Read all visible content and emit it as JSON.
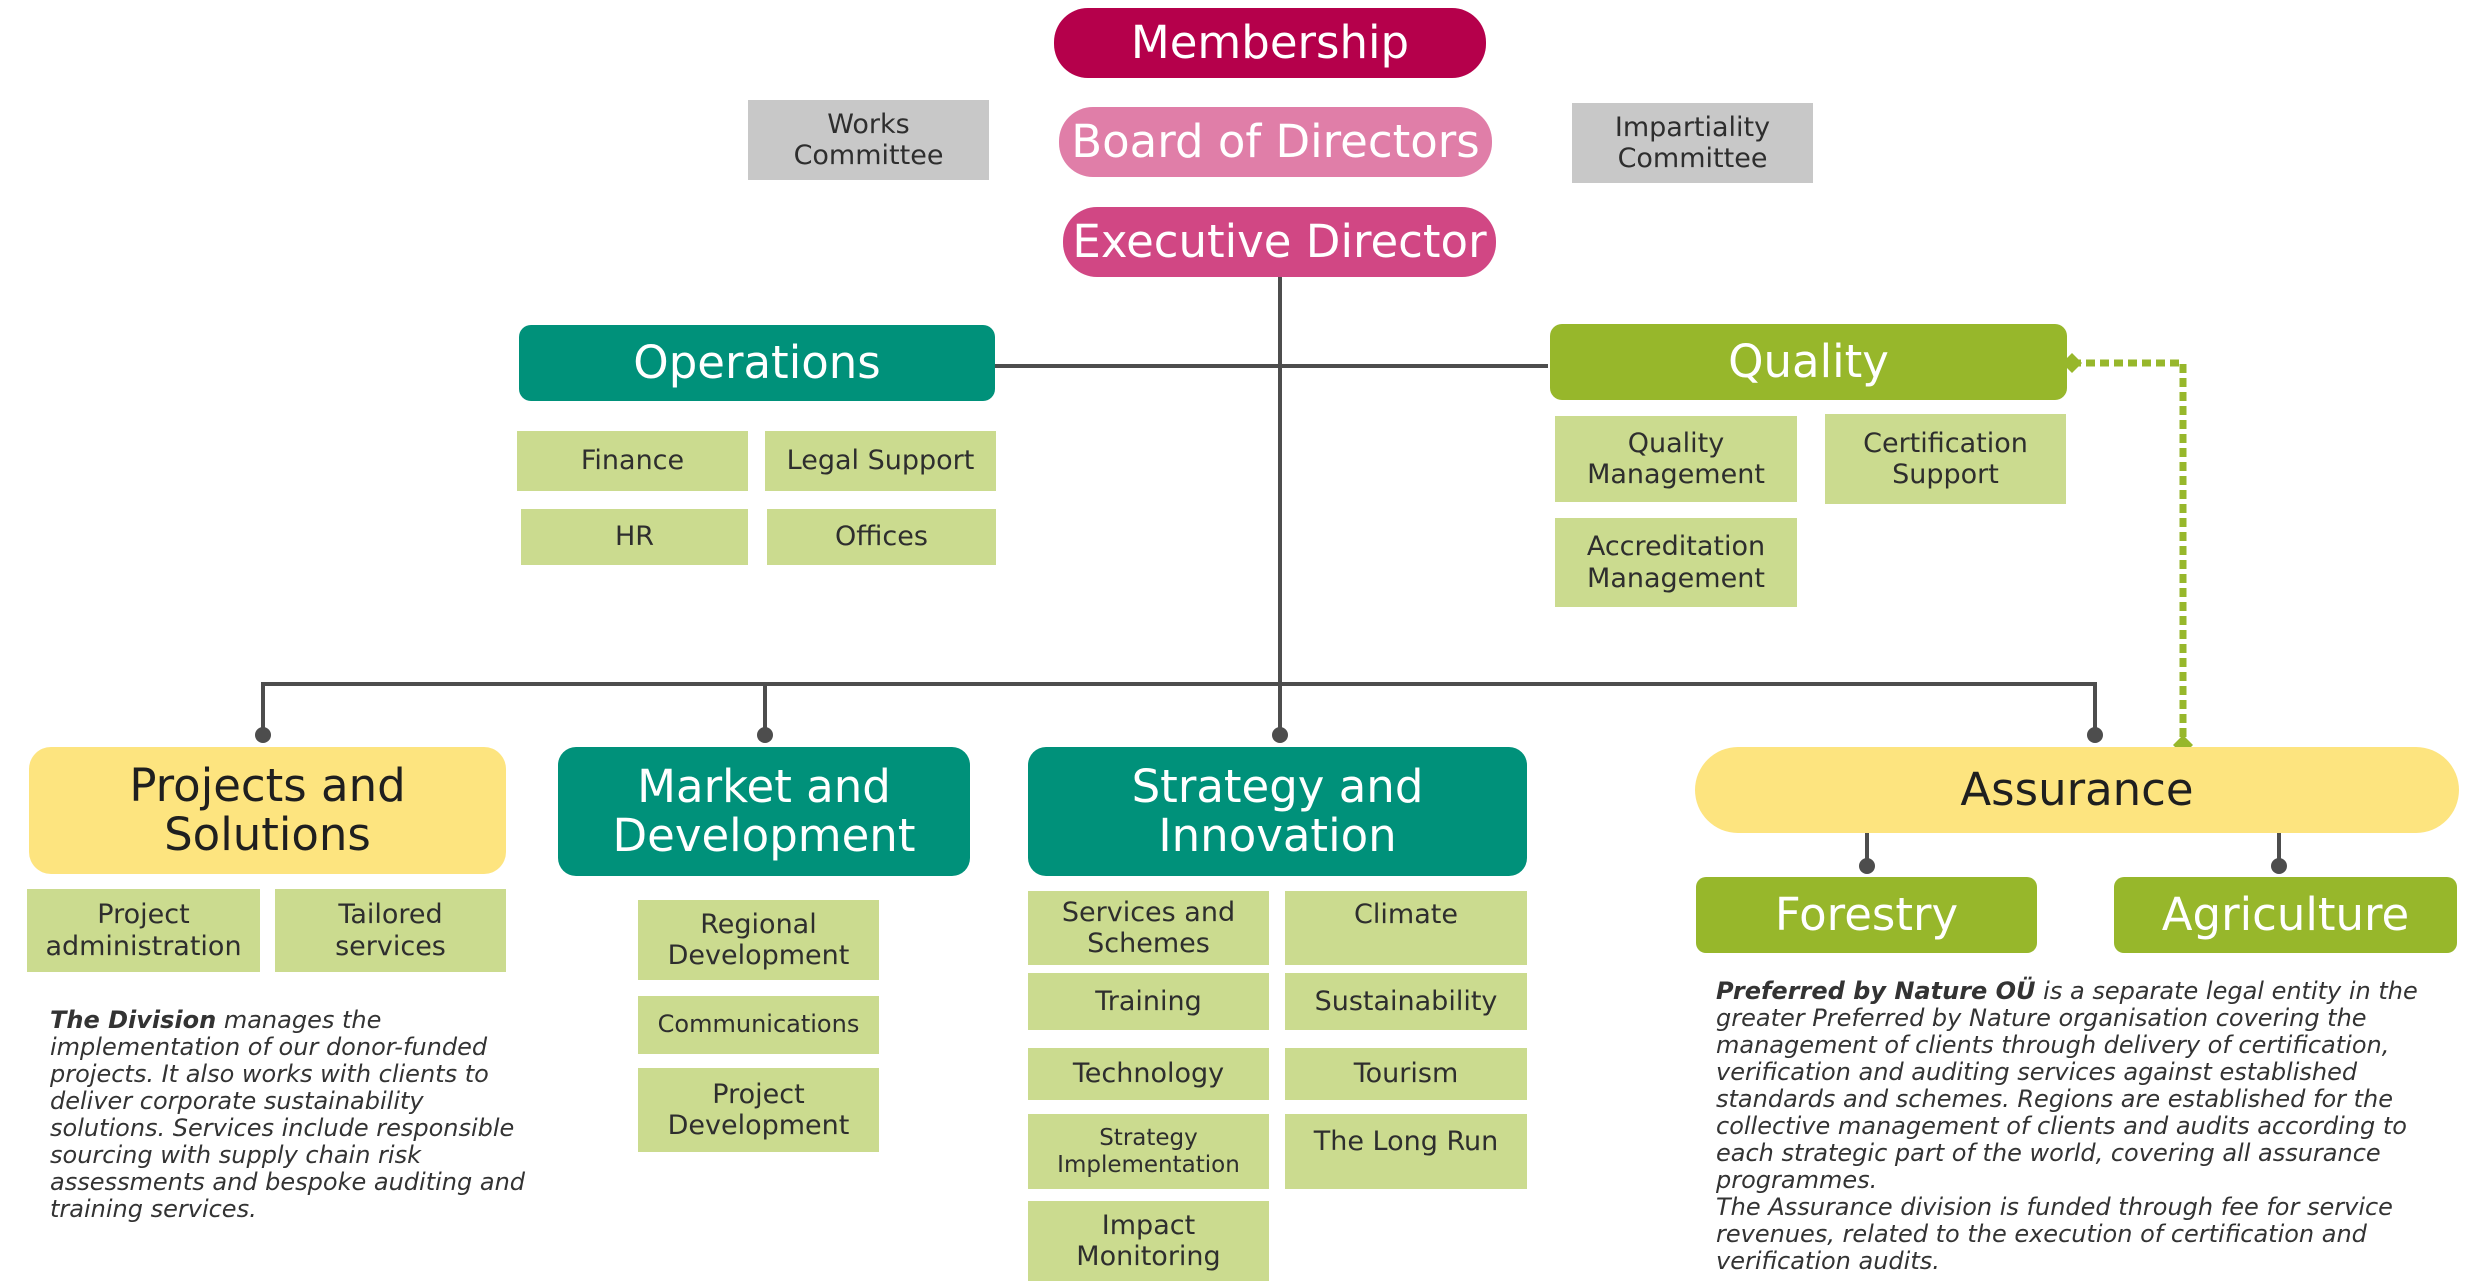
{
  "top": {
    "membership": "Membership",
    "board": "Board of Directors",
    "executive": "Executive Director",
    "works_committee": "Works\nCommittee",
    "impartiality_committee": "Impartiality\nCommittee"
  },
  "operations": {
    "title": "Operations",
    "items": [
      "Finance",
      "Legal Support",
      "HR",
      "Offices"
    ]
  },
  "quality": {
    "title": "Quality",
    "items": [
      "Quality\nManagement",
      "Certification\nSupport",
      "Accreditation\nManagement"
    ]
  },
  "projects": {
    "title": "Projects and\nSolutions",
    "items": [
      "Project\nadministration",
      "Tailored\nservices"
    ],
    "note_lead": "The Division",
    "note_body": " manages the implementation of our donor-funded projects. It also works with clients to deliver corporate sustainability solutions. Services include responsible sourcing with supply chain risk assessments and bespoke auditing and training services."
  },
  "market": {
    "title": "Market and\nDevelopment",
    "items": [
      "Regional\nDevelopment",
      "Communications",
      "Project\nDevelopment"
    ]
  },
  "strategy": {
    "title": "Strategy and\nInnovation",
    "items": [
      "Services and\nSchemes",
      "Climate",
      "Training",
      "Sustainability",
      "Technology",
      "Tourism",
      "Strategy\nImplementation",
      "The Long Run",
      "Impact\nMonitoring"
    ]
  },
  "assurance": {
    "title": "Assurance",
    "forestry": "Forestry",
    "agriculture": "Agriculture",
    "note_lead": "Preferred by Nature OÜ",
    "note_body": " is a separate legal entity in the greater Preferred by Nature organisation covering the management of clients through delivery of certification, verification and auditing services against established standards and schemes. Regions are established for the collective management of clients and audits according to each strategic part of the world, covering all assurance programmes.",
    "note_second": "The Assurance division is funded through fee for service revenues, related to the execution of certification and verification audits."
  },
  "colors": {
    "membership": "#b5004b",
    "board": "#e07ea8",
    "executive": "#d14784",
    "teal": "#00917a",
    "green": "#97b72b",
    "yellow": "#fde47f",
    "sub": "#cbdb8f",
    "grey": "#c8c8c8",
    "connector": "#4d4d4d"
  }
}
